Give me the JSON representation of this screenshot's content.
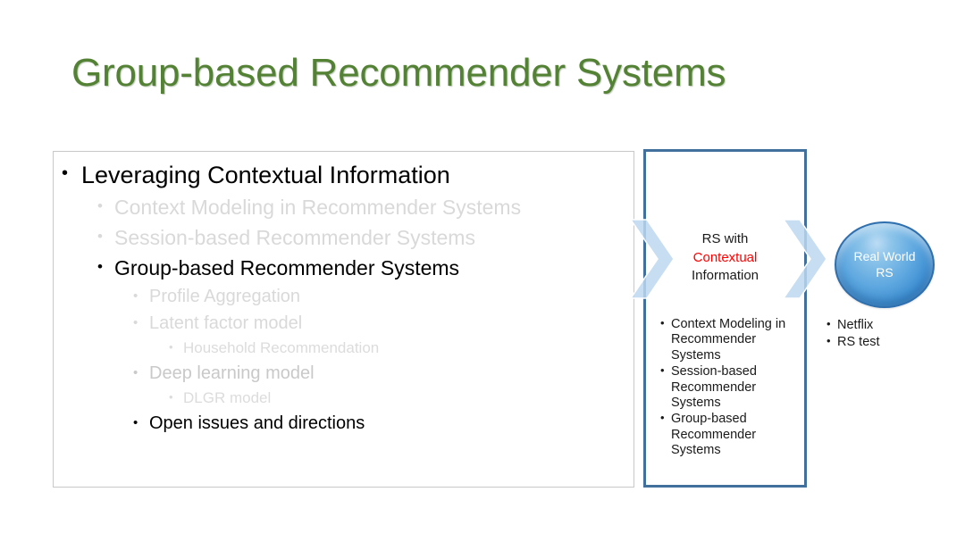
{
  "slide": {
    "title": "Group-based Recommender Systems",
    "title_color": "#548235"
  },
  "outline": {
    "items": [
      {
        "level": 1,
        "text": "Leveraging Contextual Information",
        "state": "active"
      },
      {
        "level": 2,
        "text": "Context Modeling in Recommender Systems",
        "state": "dimmed"
      },
      {
        "level": 2,
        "text": "Session-based Recommender Systems",
        "state": "dimmed"
      },
      {
        "level": 2,
        "text": "Group-based Recommender Systems",
        "state": "active"
      },
      {
        "level": 3,
        "text": "Profile Aggregation",
        "state": "dimmed"
      },
      {
        "level": 3,
        "text": "Latent factor model",
        "state": "dimmed"
      },
      {
        "level": 4,
        "text": "Household  Recommendation",
        "state": "dimmed"
      },
      {
        "level": 3,
        "text": "Deep learning model",
        "state": "semi-dimmed"
      },
      {
        "level": 4,
        "text": "DLGR model",
        "state": "dimmed"
      },
      {
        "level": 3,
        "text": "Open issues and directions",
        "state": "active"
      }
    ]
  },
  "context_box": {
    "border_color": "#41709c",
    "heading_line1": "RS with",
    "heading_highlight": "Contextual",
    "heading_line3": "Information",
    "highlight_color": "#ff0000",
    "bullets": [
      "Context Modeling in Recommender Systems",
      "Session-based Recommender Systems",
      "Group-based Recommender Systems"
    ],
    "bullet_glyph": "•"
  },
  "arrows": {
    "left_icon": "chevron-right-arrow",
    "right_icon": "chevron-right-arrow",
    "fill_color": "#bdd7ee"
  },
  "real_world": {
    "circle_label": "Real World\nRS",
    "circle_color": "#3d8ed2",
    "bullets": [
      "Netflix",
      "RS test"
    ],
    "bullet_glyph": "•"
  }
}
